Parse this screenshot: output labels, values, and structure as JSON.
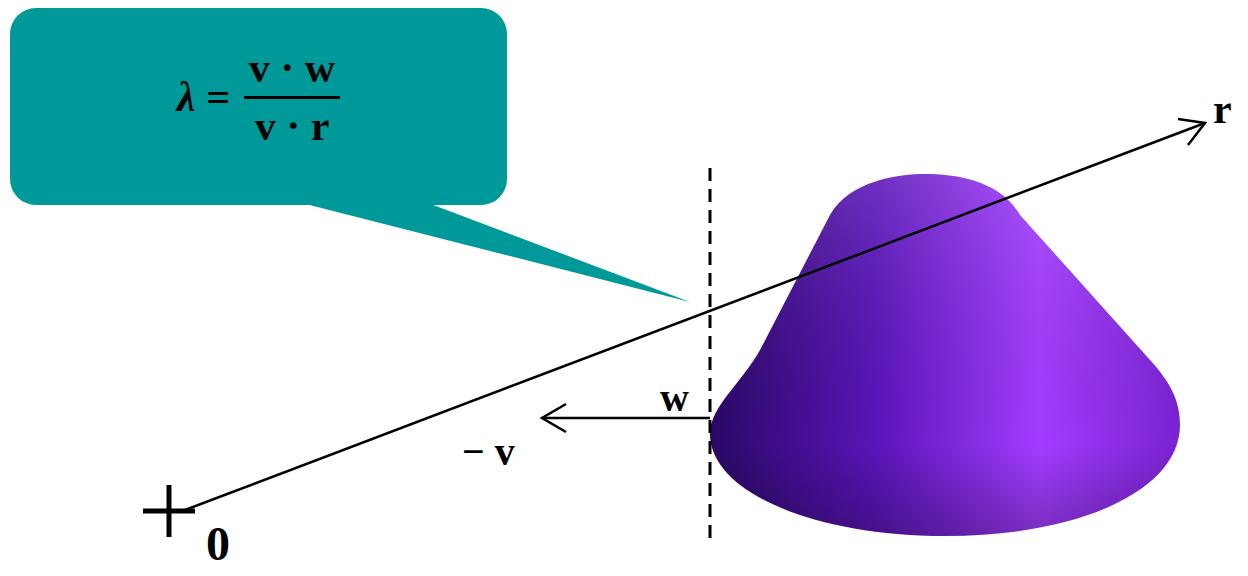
{
  "diagram": {
    "nodes": [
      {
        "text": [
          "λ =",
          "v · w",
          "v · r"
        ]
      }
    ],
    "labels": [
      "r",
      "w",
      "− v",
      "0"
    ]
  }
}
